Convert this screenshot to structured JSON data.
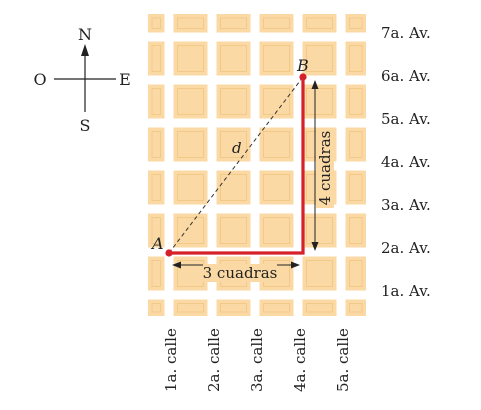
{
  "compass": {
    "north": "N",
    "south": "S",
    "east": "E",
    "west": "O"
  },
  "avenues": [
    "7a. Av.",
    "6a. Av.",
    "5a. Av.",
    "4a. Av.",
    "3a. Av.",
    "2a. Av.",
    "1a. Av."
  ],
  "streets": [
    "1a. calle",
    "2a. calle",
    "3a. calle",
    "4a. calle",
    "5a. calle"
  ],
  "points": {
    "a": "A",
    "b": "B",
    "d": "d"
  },
  "measures": {
    "horizontal": "3 cuadras",
    "vertical": "4 cuadras"
  },
  "colors": {
    "block": "#fbd9a4",
    "street": "#ffffff",
    "path": "#d6202a",
    "text": "#222222",
    "diagonal": "#333333"
  }
}
